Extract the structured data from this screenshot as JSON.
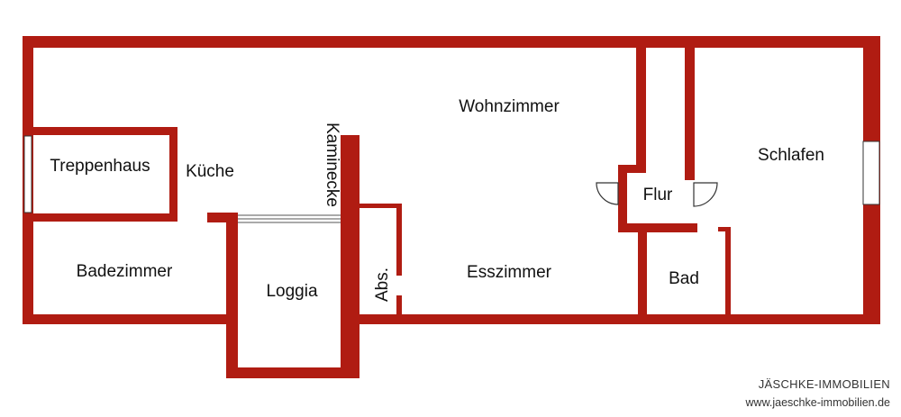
{
  "colors": {
    "wall": "#b01c12",
    "window": "#ffffff",
    "door": "#ffffff"
  },
  "rooms": {
    "wohnzimmer": "Wohnzimmer",
    "treppenhaus": "Treppenhaus",
    "kueche": "Küche",
    "kaminecke": "Kaminecke",
    "schlafen": "Schlafen",
    "flur": "Flur",
    "badezimmer": "Badezimmer",
    "loggia": "Loggia",
    "abs": "Abs.",
    "esszimmer": "Esszimmer",
    "bad": "Bad"
  },
  "branding": {
    "name": "JÄSCHKE-IMMOBILIEN",
    "url": "www.jaeschke-immobilien.de"
  }
}
